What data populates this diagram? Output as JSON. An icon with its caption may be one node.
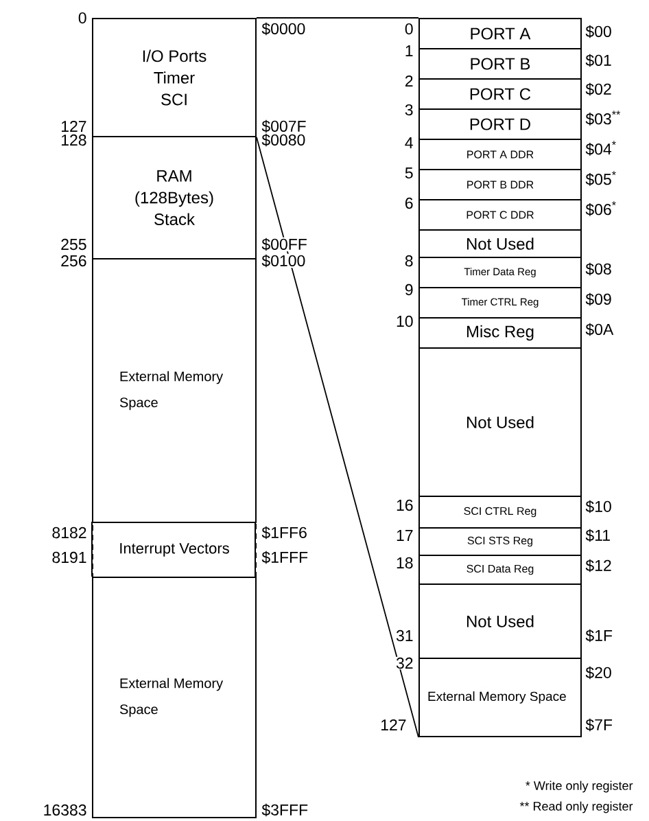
{
  "diagram": {
    "nodes": [
      {
        "text": [
          "I/O Ports",
          "Timer",
          "SCI"
        ]
      },
      {
        "text": [
          "RAM",
          "(128Bytes)",
          "Stack"
        ]
      },
      {
        "text": [
          "External Memory Space"
        ]
      },
      {
        "text": [
          "Interrupt Vectors"
        ]
      },
      {
        "text": [
          "External Memory Space"
        ]
      },
      {
        "text": [
          "PORT A"
        ]
      },
      {
        "text": [
          "PORT B"
        ]
      },
      {
        "text": [
          "PORT C"
        ]
      },
      {
        "text": [
          "PORT D"
        ]
      },
      {
        "text": [
          "PORT A DDR"
        ]
      },
      {
        "text": [
          "PORT B DDR"
        ]
      },
      {
        "text": [
          "PORT C DDR"
        ]
      },
      {
        "text": [
          "Not Used"
        ]
      },
      {
        "text": [
          "Timer Data Reg"
        ]
      },
      {
        "text": [
          "Timer CTRL Reg"
        ]
      },
      {
        "text": [
          "Misc Reg"
        ]
      },
      {
        "text": [
          "Not Used"
        ]
      },
      {
        "text": [
          "SCI CTRL Reg"
        ]
      },
      {
        "text": [
          "SCI STS Reg"
        ]
      },
      {
        "text": [
          "SCI Data Reg"
        ]
      },
      {
        "text": [
          "Not Used"
        ]
      },
      {
        "text": [
          "External Memory Space"
        ]
      }
    ],
    "edges": [
      {
        "from": 0,
        "to": 5,
        "arrow": "none"
      },
      {
        "from": 0,
        "to": 21,
        "arrow": "none"
      }
    ],
    "labels": [
      "0",
      "127",
      "128",
      "255",
      "256",
      "8182",
      "8191",
      "16383",
      "$0000",
      "$007F",
      "$0080",
      "$00FF",
      "$0100",
      "$1FF6",
      "$1FFF",
      "$3FFF",
      "0",
      "1",
      "2",
      "3",
      "4",
      "5",
      "6",
      "8",
      "9",
      "10",
      "16",
      "17",
      "18",
      "31",
      "32",
      "127",
      "$00",
      "$01",
      "$02",
      "$03$^{**}$",
      "$04$^{*}$",
      "$05$^{*}$",
      "$06$^{*}$",
      "$08",
      "$09",
      "$0A",
      "$10",
      "$11",
      "$12",
      "$1F",
      "$20",
      "$7F",
      "* Write only register",
      "** Read only register"
    ]
  }
}
